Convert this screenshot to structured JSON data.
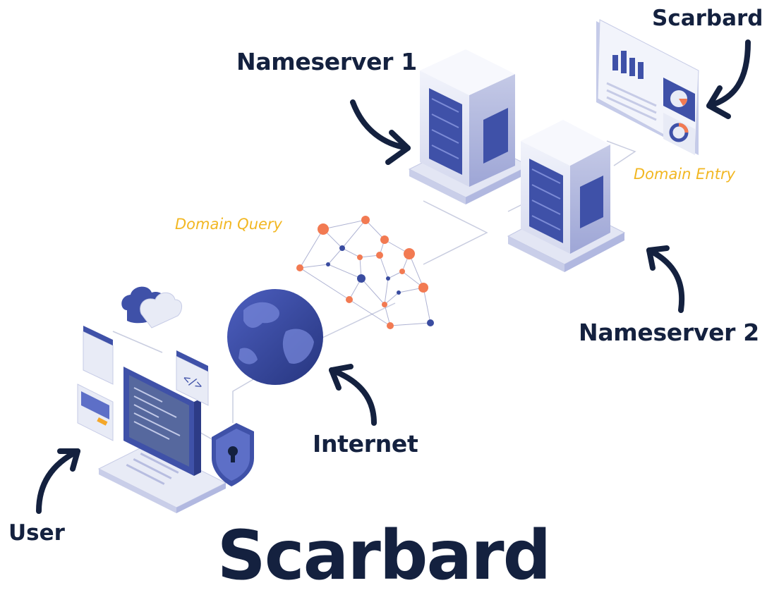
{
  "labels": {
    "nameserver1": "Nameserver 1",
    "nameserver2": "Nameserver 2",
    "scarbard_top": "Scarbard",
    "domain_entry": "Domain Entry",
    "domain_query": "Domain Query",
    "internet": "Internet",
    "user": "User"
  },
  "brand": "Scarbard",
  "colors": {
    "navy": "#14213f",
    "accent_yellow": "#f2b722",
    "server_blue": "#3f51a8",
    "light_panel": "#e8ebf6",
    "node_orange": "#f27a52",
    "node_blue": "#3a4ca0"
  },
  "icons": [
    "cloud-icon",
    "code-icon",
    "shield-lock-icon",
    "globe-icon",
    "network-icon",
    "server-icon",
    "dashboard-icon"
  ]
}
